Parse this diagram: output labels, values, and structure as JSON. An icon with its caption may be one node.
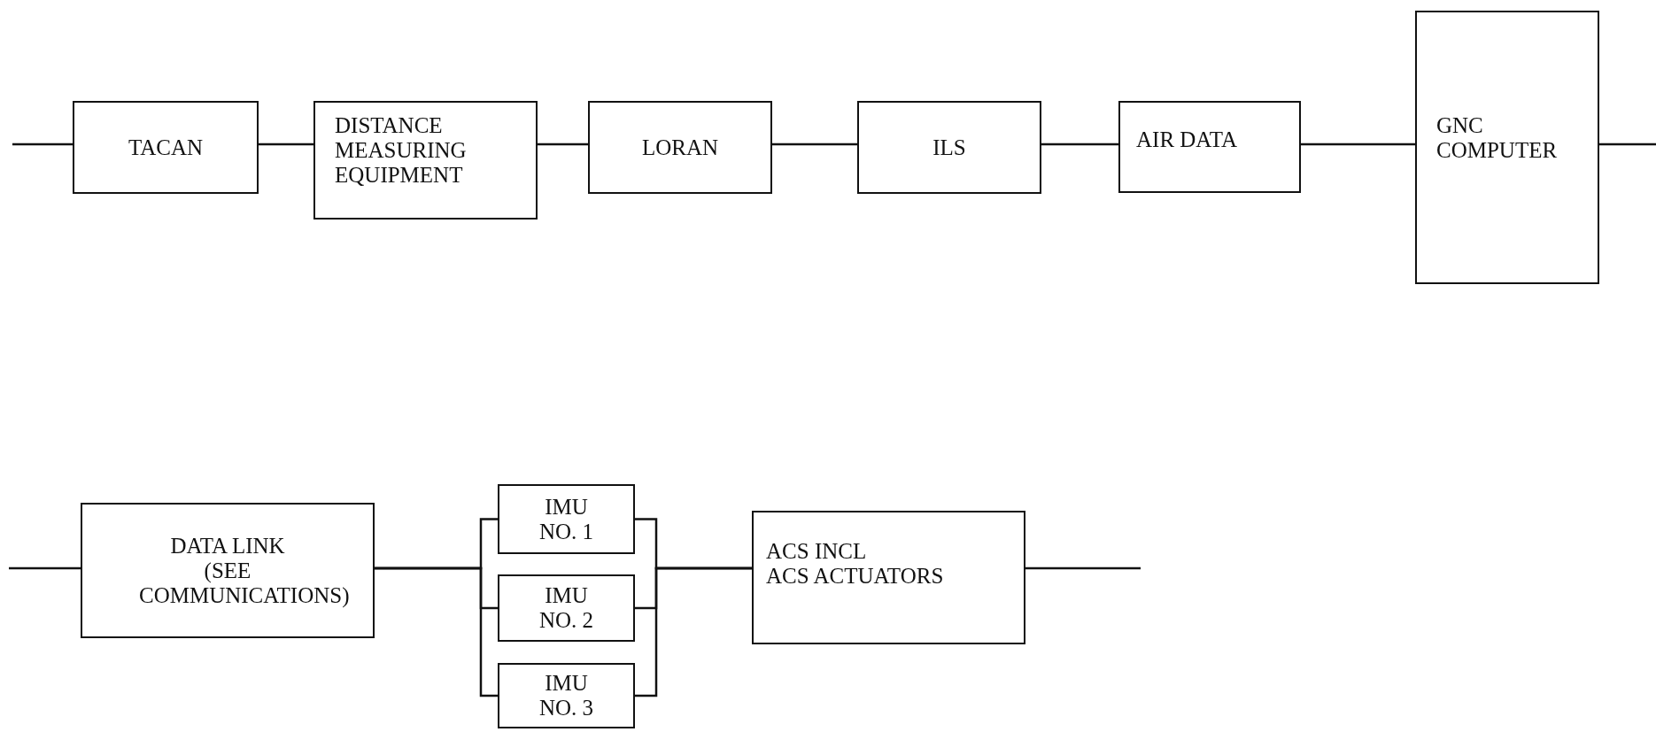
{
  "diagram": {
    "nodes": [
      {
        "text": [
          "TACAN"
        ]
      },
      {
        "text": [
          "DISTANCE MEASURING EQUIPMENT"
        ]
      },
      {
        "text": [
          "LORAN"
        ]
      },
      {
        "text": [
          "ILS"
        ]
      },
      {
        "text": [
          "AIR DATA"
        ]
      },
      {
        "text": [
          "GNC COMPUTER"
        ]
      },
      {
        "text": [
          "DATA LINK",
          "(SEE COMMUNICATIONS)"
        ]
      },
      {
        "text": [
          "IMU NO. 1"
        ]
      },
      {
        "text": [
          "IMU NO. 2"
        ]
      },
      {
        "text": [
          "IMU NO. 3"
        ]
      },
      {
        "text": [
          "ACS INCL",
          "ACS ACTUATORS"
        ]
      }
    ],
    "edges": [
      {
        "from": null,
        "to": 0,
        "arrow": "none"
      },
      {
        "from": 0,
        "to": 1,
        "arrow": "none"
      },
      {
        "from": 1,
        "to": 2,
        "arrow": "none"
      },
      {
        "from": 2,
        "to": 3,
        "arrow": "none"
      },
      {
        "from": 3,
        "to": 4,
        "arrow": "none"
      },
      {
        "from": 4,
        "to": 5,
        "arrow": "none"
      },
      {
        "from": 5,
        "to": null,
        "arrow": "none"
      },
      {
        "from": null,
        "to": 6,
        "arrow": "none"
      },
      {
        "from": 6,
        "to": 7,
        "arrow": "none"
      },
      {
        "from": 6,
        "to": 8,
        "arrow": "none"
      },
      {
        "from": 6,
        "to": 9,
        "arrow": "none"
      },
      {
        "from": 7,
        "to": 10,
        "arrow": "none"
      },
      {
        "from": 8,
        "to": 10,
        "arrow": "none"
      },
      {
        "from": 9,
        "to": 10,
        "arrow": "none"
      },
      {
        "from": 10,
        "to": null,
        "arrow": "none"
      }
    ]
  }
}
